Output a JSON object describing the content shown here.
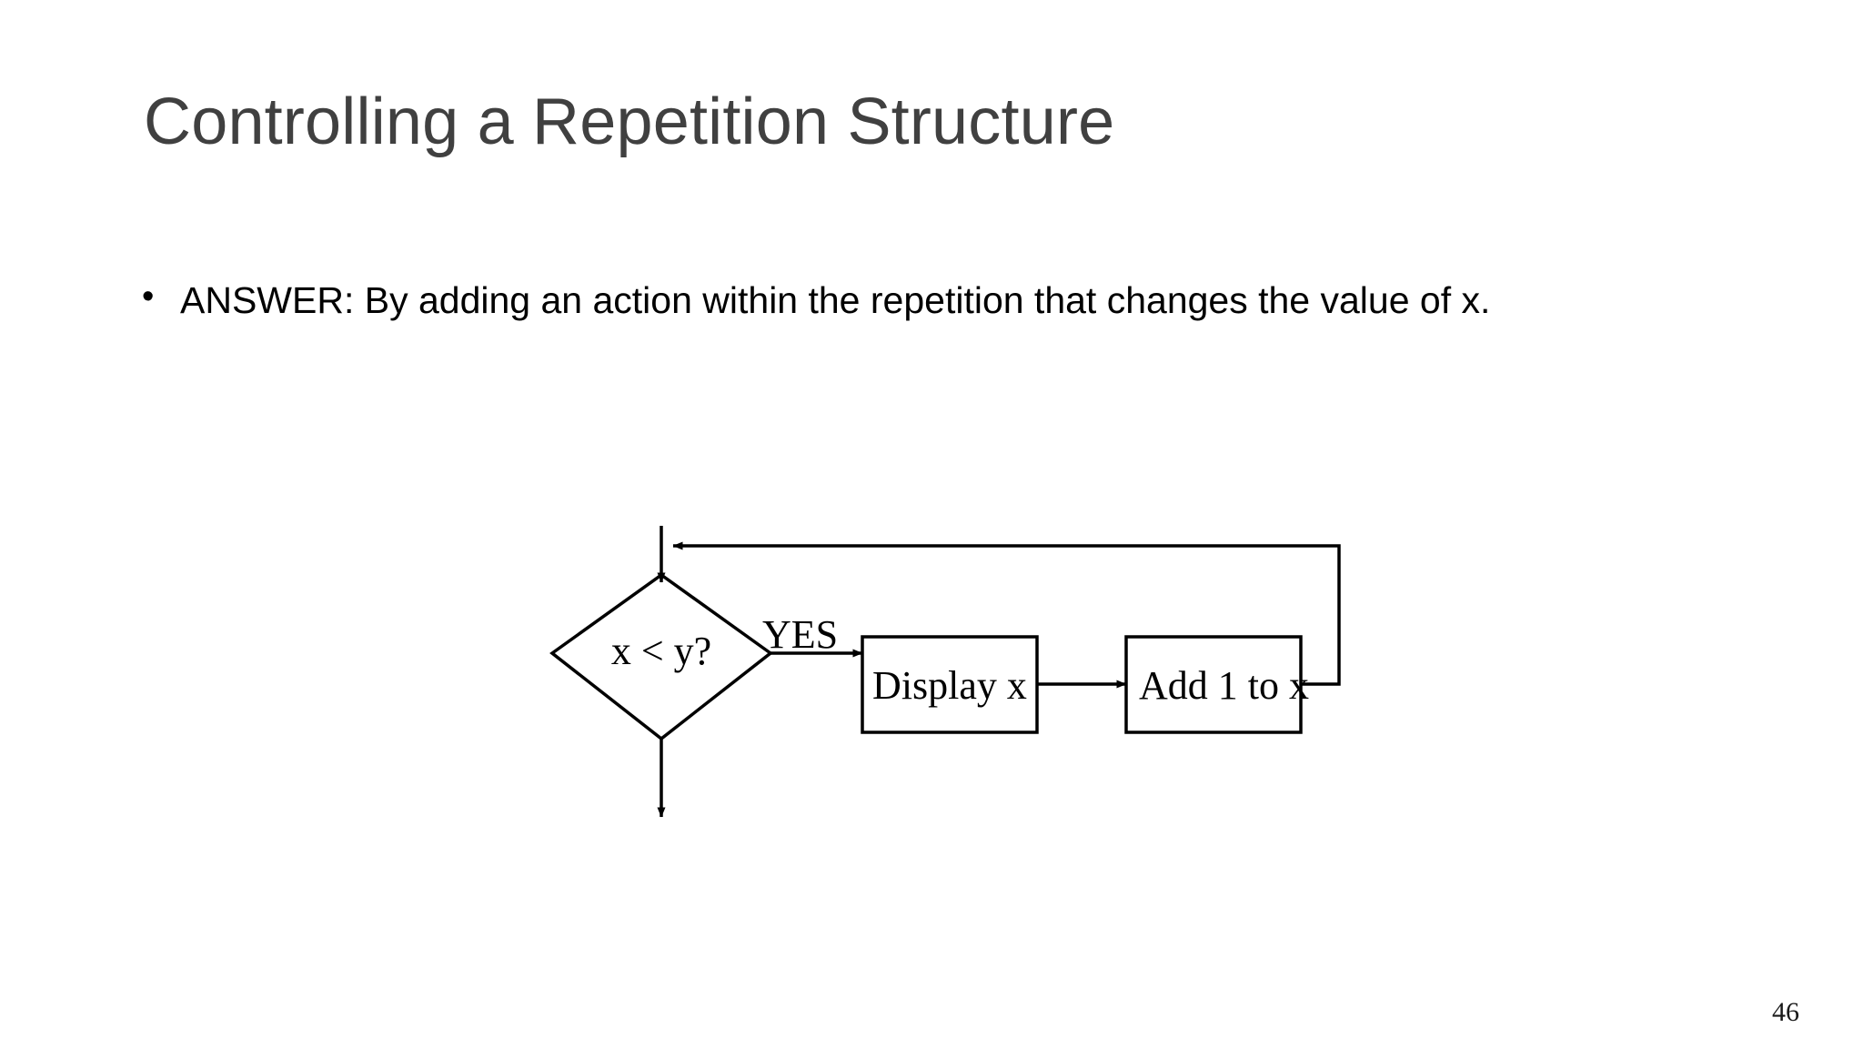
{
  "slide": {
    "title": "Controlling a Repetition Structure",
    "background_color": "#ffffff",
    "title_color": "#404040",
    "body_color": "#000000",
    "page_number": "46"
  },
  "body": {
    "bullet_glyph": "•",
    "items": [
      "ANSWER: By adding an action within the repetition that changes the value of x."
    ]
  },
  "flowchart": {
    "decision": {
      "label": "x < y?",
      "shape": "diamond"
    },
    "branch_label_yes": "YES",
    "processes": [
      {
        "label": "Display x",
        "shape": "rectangle"
      },
      {
        "label": "Add 1 to x",
        "shape": "rectangle"
      }
    ],
    "stroke_color": "#000000"
  }
}
